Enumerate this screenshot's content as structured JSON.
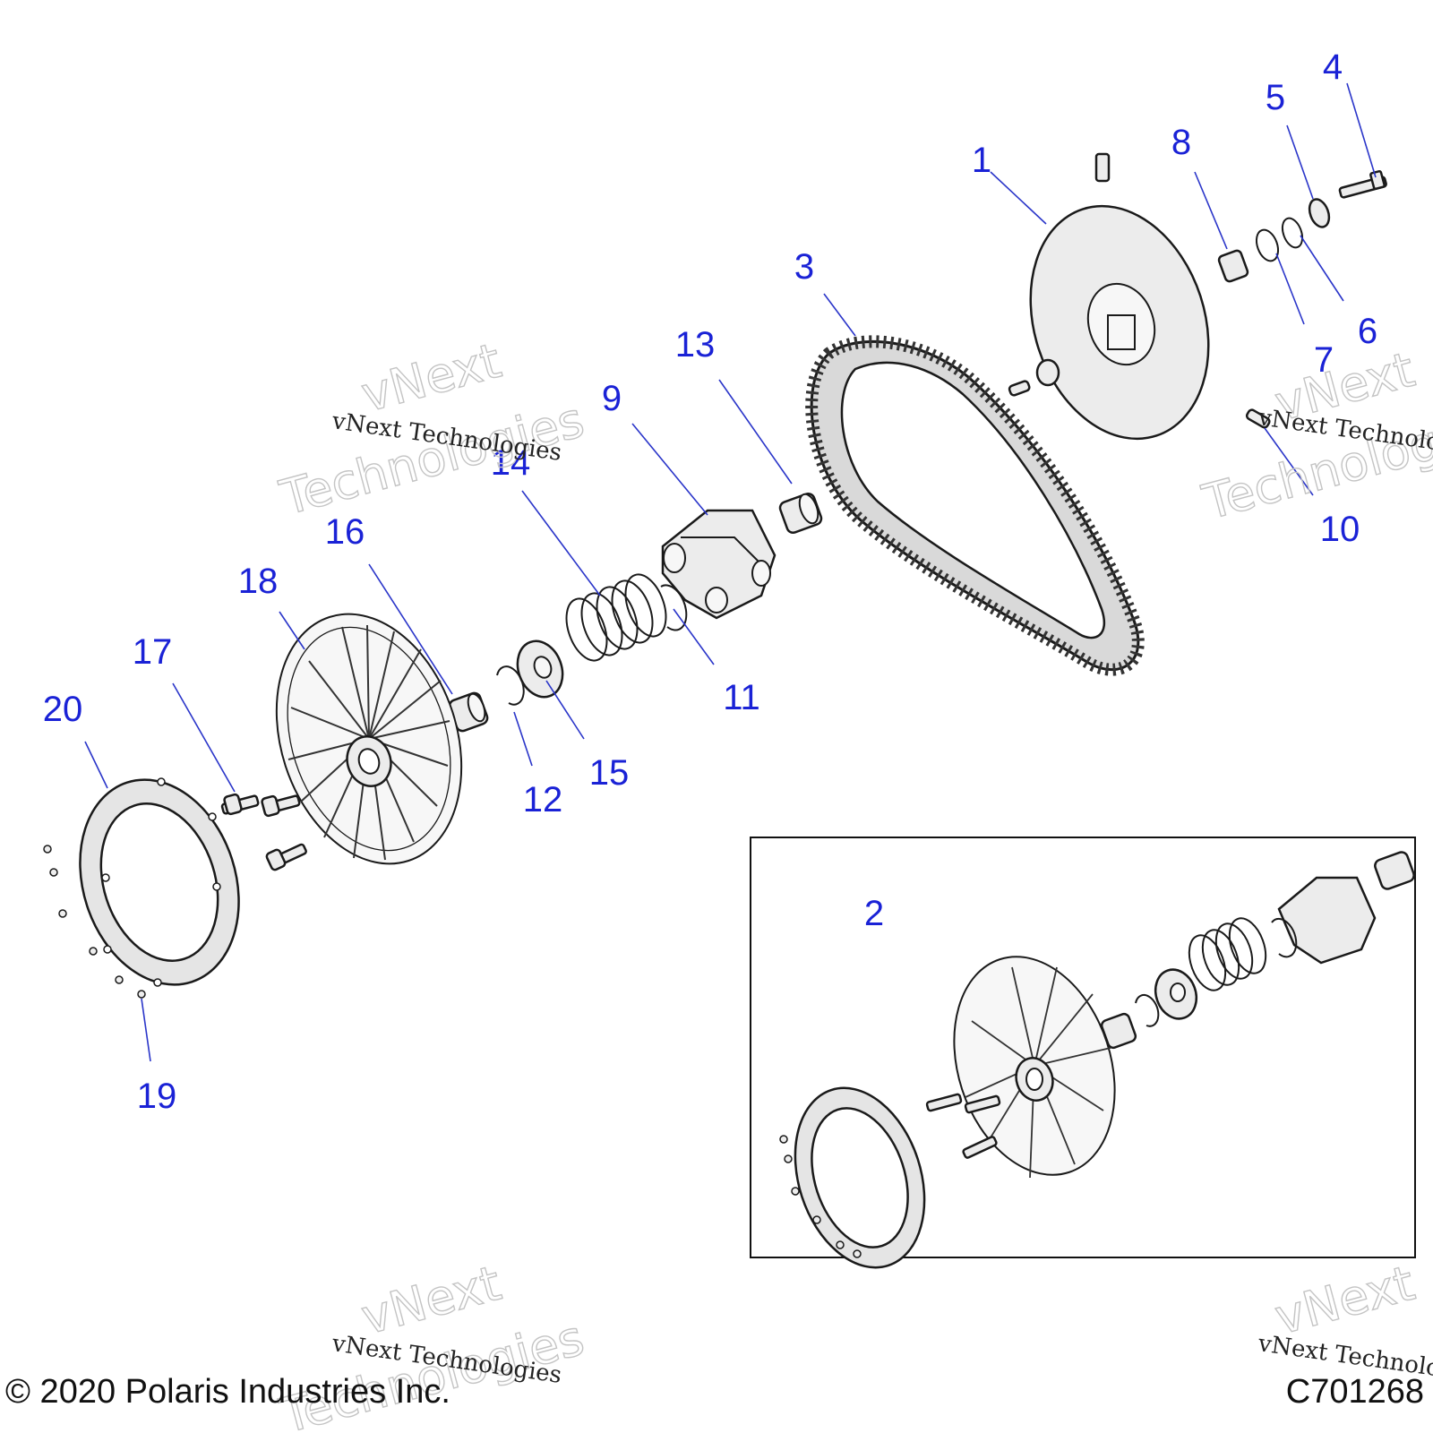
{
  "diagram": {
    "callouts": [
      "1",
      "2",
      "3",
      "4",
      "5",
      "6",
      "7",
      "8",
      "9",
      "10",
      "11",
      "12",
      "13",
      "14",
      "15",
      "16",
      "17",
      "18",
      "19",
      "20"
    ],
    "inset_label": "2"
  },
  "watermark": {
    "large_line1": "vNext",
    "large_line2": "Technologies",
    "small": "vNext Technologies"
  },
  "footer": {
    "copyright": "© 2020 Polaris Industries Inc.",
    "code": "C701268"
  },
  "colors": {
    "callout": "#1a22d6",
    "leader": "#2a35c9",
    "part_fill": "#ececec",
    "outline": "#1a1a1a",
    "watermark": "#c4c4c4"
  }
}
